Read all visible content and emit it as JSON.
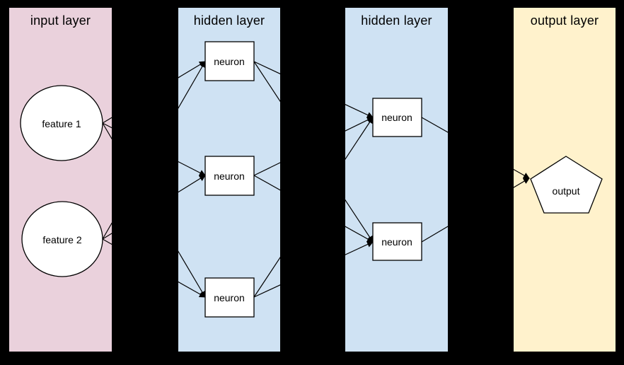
{
  "diagram": {
    "type": "neural-network",
    "background_color": "#000000",
    "node_fill_color": "#ffffff",
    "edge_color": "#000000",
    "layers": [
      {
        "label": "input layer",
        "color": "#ead1dc",
        "nodes": [
          {
            "label": "feature 1",
            "shape": "circle"
          },
          {
            "label": "feature 2",
            "shape": "circle"
          }
        ]
      },
      {
        "label": "hidden layer",
        "color": "#cfe2f3",
        "nodes": [
          {
            "label": "neuron",
            "shape": "rectangle"
          },
          {
            "label": "neuron",
            "shape": "rectangle"
          },
          {
            "label": "neuron",
            "shape": "rectangle"
          }
        ]
      },
      {
        "label": "hidden layer",
        "color": "#cfe2f3",
        "nodes": [
          {
            "label": "neuron",
            "shape": "rectangle"
          },
          {
            "label": "neuron",
            "shape": "rectangle"
          }
        ]
      },
      {
        "label": "output layer",
        "color": "#fff2cc",
        "nodes": [
          {
            "label": "output",
            "shape": "pentagon"
          }
        ]
      }
    ],
    "edges": [
      {
        "from": "layer0.node0",
        "to": "layer1.node0"
      },
      {
        "from": "layer0.node0",
        "to": "layer1.node1"
      },
      {
        "from": "layer0.node0",
        "to": "layer1.node2"
      },
      {
        "from": "layer0.node1",
        "to": "layer1.node0"
      },
      {
        "from": "layer0.node1",
        "to": "layer1.node1"
      },
      {
        "from": "layer0.node1",
        "to": "layer1.node2"
      },
      {
        "from": "layer1.node0",
        "to": "layer2.node0"
      },
      {
        "from": "layer1.node0",
        "to": "layer2.node1"
      },
      {
        "from": "layer1.node1",
        "to": "layer2.node0"
      },
      {
        "from": "layer1.node1",
        "to": "layer2.node1"
      },
      {
        "from": "layer1.node2",
        "to": "layer2.node0"
      },
      {
        "from": "layer1.node2",
        "to": "layer2.node1"
      },
      {
        "from": "layer2.node0",
        "to": "layer3.node0"
      },
      {
        "from": "layer2.node1",
        "to": "layer3.node0"
      }
    ]
  }
}
